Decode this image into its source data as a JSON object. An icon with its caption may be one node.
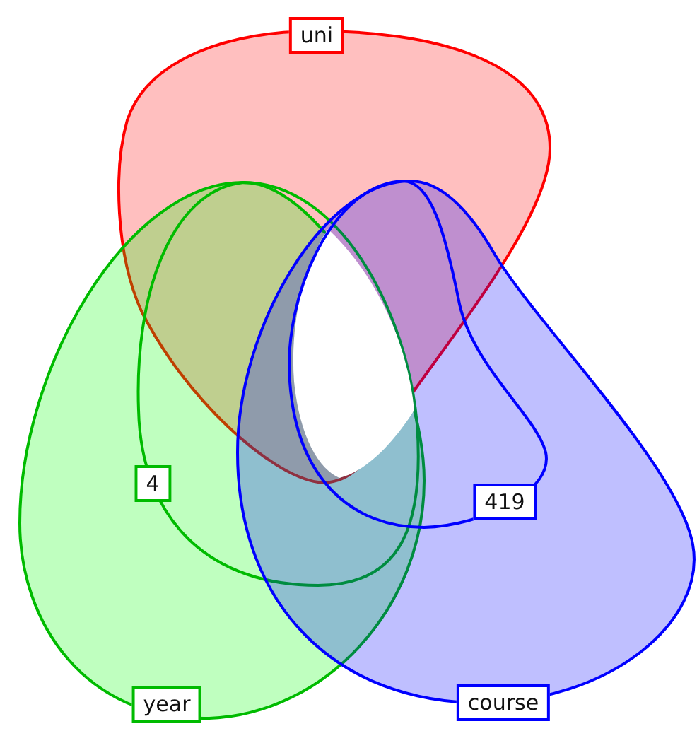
{
  "diagram": {
    "nodes": [
      {
        "text": [
          "uni"
        ]
      },
      {
        "text": [
          "year"
        ]
      },
      {
        "text": [
          "4"
        ],
        "in": 1
      },
      {
        "text": [
          "course"
        ]
      },
      {
        "text": [
          "419"
        ],
        "in": 3
      }
    ]
  }
}
